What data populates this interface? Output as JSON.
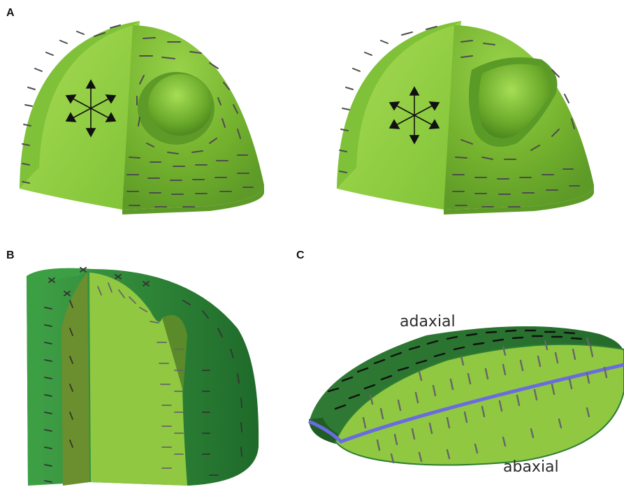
{
  "panels": {
    "a": {
      "label": "A"
    },
    "b": {
      "label": "B"
    },
    "c": {
      "label": "C"
    }
  },
  "leaf": {
    "adaxial_label": "adaxial",
    "abaxial_label": "abaxial"
  },
  "colors": {
    "dome_light": "#8ccc3e",
    "dome_mid": "#6fae2c",
    "dome_dark": "#5a9a26",
    "inner_face": "#9fd64c",
    "dark_green": "#2e7d32",
    "midrib": "#6b6be0",
    "tissue_mark": "#666666",
    "arrow": "#111111"
  },
  "icons": [
    "growth-arrows-icon"
  ]
}
